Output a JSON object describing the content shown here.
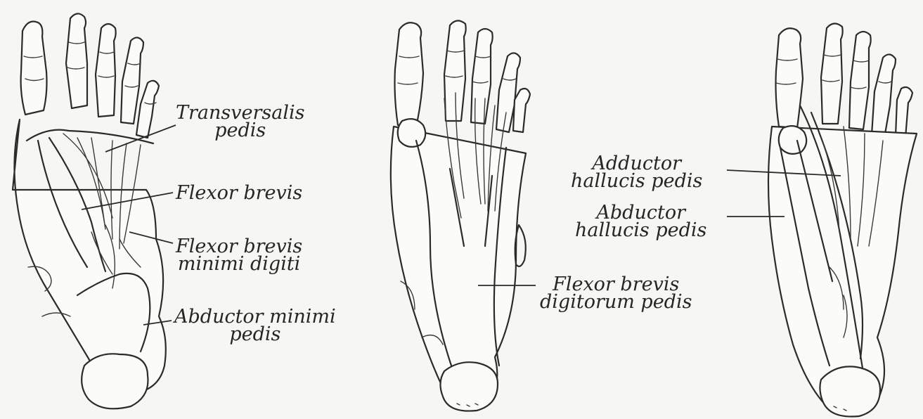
{
  "labels": {
    "transversalis": [
      "Transversalis",
      "pedis"
    ],
    "flexor_brevis": [
      "Flexor brevis"
    ],
    "flexor_brevis_minimi": [
      "Flexor brevis",
      "minimi digiti"
    ],
    "abductor_minimi": [
      "Abductor minimi",
      "pedis"
    ],
    "flexor_brevis_digitorum": [
      "Flexor brevis",
      "digitorum pedis"
    ],
    "adductor_hallucis": [
      "Adductor",
      "hallucis pedis"
    ],
    "abductor_hallucis": [
      "Abductor",
      "hallucis pedis"
    ]
  },
  "colors": {
    "background": "#f6f6f2",
    "ink": "#2b2b2b"
  }
}
